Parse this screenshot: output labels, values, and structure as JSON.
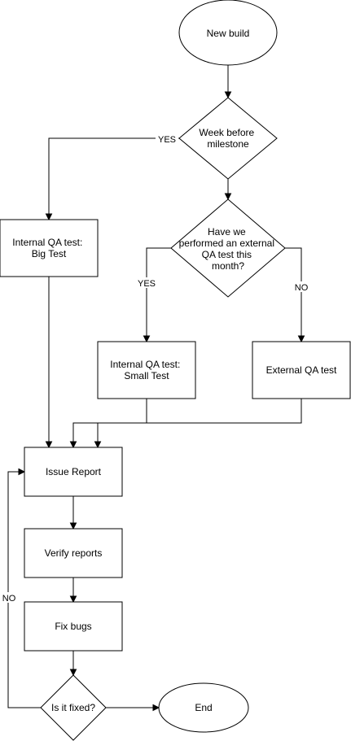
{
  "nodes": {
    "new_build": "New build",
    "week_before": [
      "Week before",
      "milestone"
    ],
    "internal_big": [
      "Internal QA test:",
      "Big Test"
    ],
    "external_question": [
      "Have we",
      "performed an external",
      "QA test this",
      "month?"
    ],
    "internal_small": [
      "Internal QA test:",
      "Small Test"
    ],
    "external_test": "External QA test",
    "issue_report": "Issue Report",
    "verify_reports": "Verify reports",
    "fix_bugs": "Fix bugs",
    "is_fixed": "Is it fixed?",
    "end": "End"
  },
  "edges": {
    "week_yes": "YES",
    "external_yes": "YES",
    "external_no": "NO",
    "fixed_no": "NO"
  },
  "colors": {
    "stroke": "#000000",
    "fill": "#ffffff",
    "text": "#000000"
  }
}
